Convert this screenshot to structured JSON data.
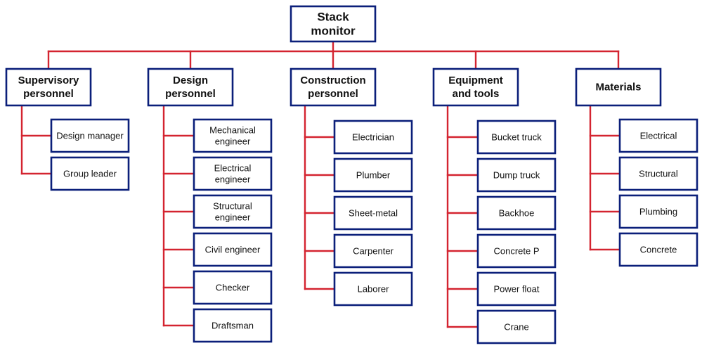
{
  "root": {
    "lines": [
      "Stack",
      "monitor"
    ]
  },
  "categories": [
    {
      "lines": [
        "Supervisory",
        "personnel"
      ],
      "children": [
        [
          "Design manager"
        ],
        [
          "Group leader"
        ]
      ]
    },
    {
      "lines": [
        "Design",
        "personnel"
      ],
      "children": [
        [
          "Mechanical",
          "engineer"
        ],
        [
          "Electrical",
          "engineer"
        ],
        [
          "Structural",
          "engineer"
        ],
        [
          "Civil engineer"
        ],
        [
          "Checker"
        ],
        [
          "Draftsman"
        ]
      ]
    },
    {
      "lines": [
        "Construction",
        "personnel"
      ],
      "children": [
        [
          "Electrician"
        ],
        [
          "Plumber"
        ],
        [
          "Sheet-metal"
        ],
        [
          "Carpenter"
        ],
        [
          "Laborer"
        ]
      ]
    },
    {
      "lines": [
        "Equipment",
        "and tools"
      ],
      "children": [
        [
          "Bucket truck"
        ],
        [
          "Dump truck"
        ],
        [
          "Backhoe"
        ],
        [
          "Concrete P"
        ],
        [
          "Power float"
        ],
        [
          "Crane"
        ]
      ]
    },
    {
      "lines": [
        "Materials"
      ],
      "children": [
        [
          "Electrical"
        ],
        [
          "Structural"
        ],
        [
          "Plumbing"
        ],
        [
          "Concrete"
        ]
      ]
    }
  ],
  "colors": {
    "box_border": "#0b1f7a",
    "connector": "#d42430",
    "text": "#111111"
  }
}
